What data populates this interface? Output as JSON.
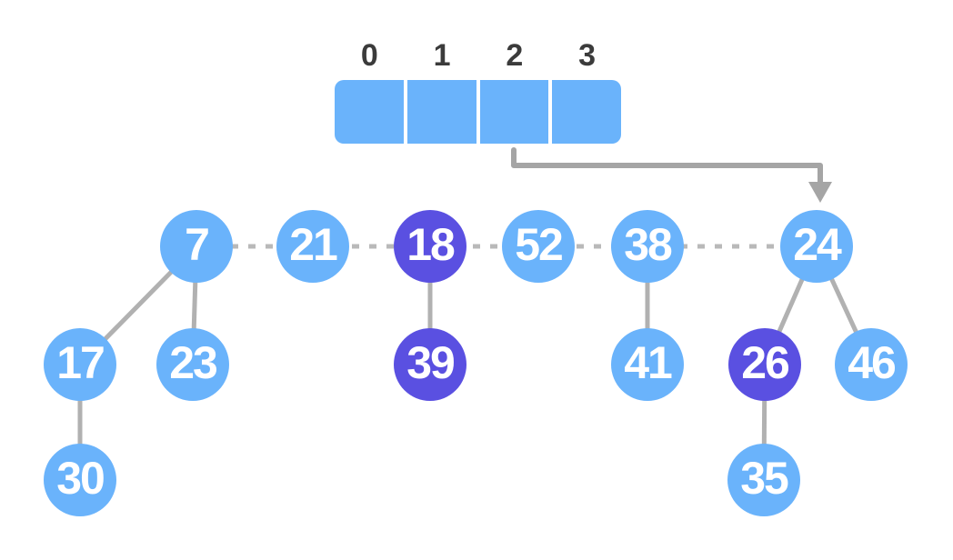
{
  "colors": {
    "background": "#ffffff",
    "node_light": "#6ab3fb",
    "node_dark": "#5a50e1",
    "node_text": "#ffffff",
    "edge": "#b1b1b1",
    "root_chain_dash": "#b9b9b9",
    "arrow": "#a5a5a5",
    "array_fill": "#6ab3fb",
    "array_divider": "#ffffff",
    "index_label": "#3b3b3b"
  },
  "degree_array": {
    "labels": [
      "0",
      "1",
      "2",
      "3"
    ],
    "pointer": {
      "from_index": "2",
      "to_node": "24"
    }
  },
  "nodes": [
    {
      "value": "7",
      "variant": "light"
    },
    {
      "value": "21",
      "variant": "light"
    },
    {
      "value": "18",
      "variant": "dark"
    },
    {
      "value": "52",
      "variant": "light"
    },
    {
      "value": "38",
      "variant": "light"
    },
    {
      "value": "24",
      "variant": "light"
    },
    {
      "value": "17",
      "variant": "light"
    },
    {
      "value": "23",
      "variant": "light"
    },
    {
      "value": "39",
      "variant": "dark"
    },
    {
      "value": "41",
      "variant": "light"
    },
    {
      "value": "26",
      "variant": "dark"
    },
    {
      "value": "46",
      "variant": "light"
    },
    {
      "value": "30",
      "variant": "light"
    },
    {
      "value": "35",
      "variant": "light"
    }
  ],
  "root_chain": [
    "7",
    "21",
    "18",
    "52",
    "38",
    "24"
  ],
  "tree_edges": [
    [
      "7",
      "17"
    ],
    [
      "7",
      "23"
    ],
    [
      "18",
      "39"
    ],
    [
      "38",
      "41"
    ],
    [
      "24",
      "26"
    ],
    [
      "24",
      "46"
    ],
    [
      "17",
      "30"
    ],
    [
      "26",
      "35"
    ]
  ]
}
